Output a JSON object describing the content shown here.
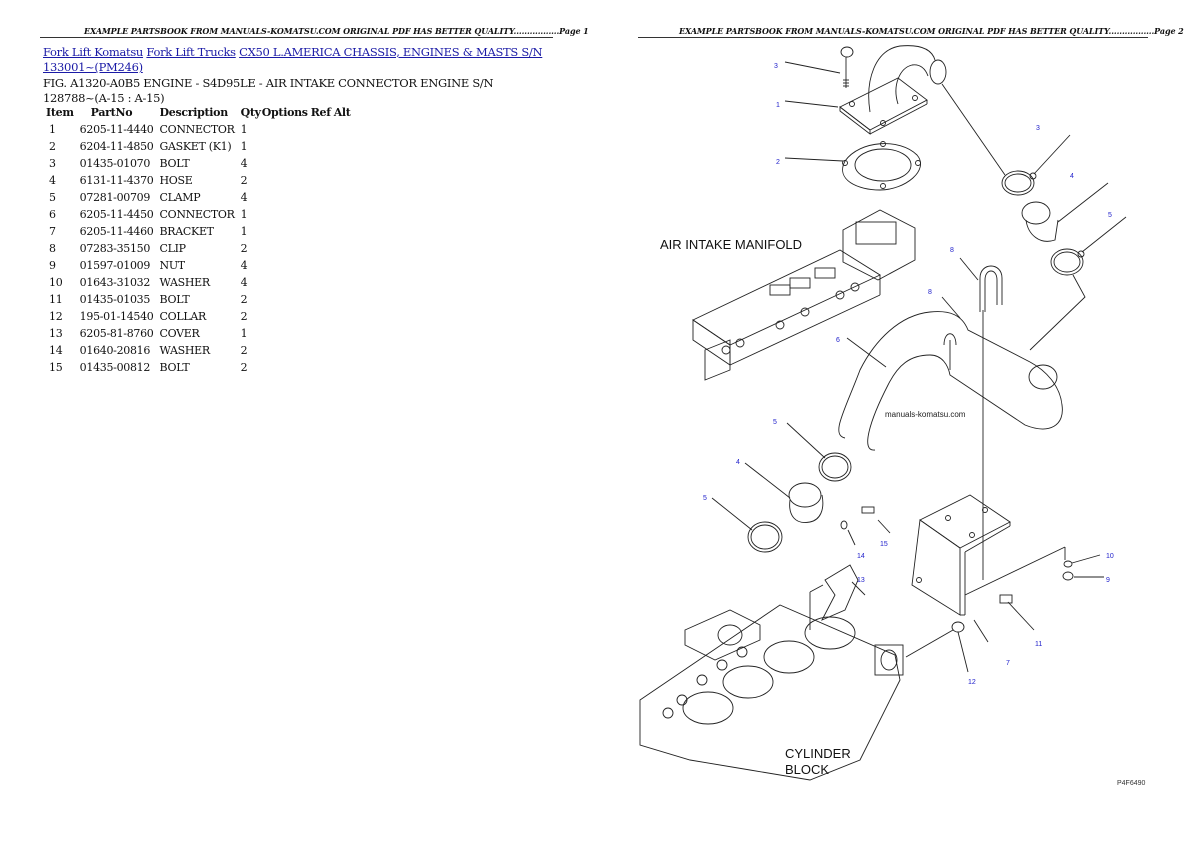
{
  "pages": [
    {
      "header": "EXAMPLE PARTSBOOK FROM MANUALS-KOMATSU.COM ORIGINAL PDF HAS BETTER QUALITY.................Page 1"
    },
    {
      "header": "EXAMPLE PARTSBOOK FROM MANUALS-KOMATSU.COM ORIGINAL PDF HAS BETTER QUALITY.................Page 2"
    }
  ],
  "breadcrumb": {
    "links": [
      {
        "label": "Fork Lift Komatsu"
      },
      {
        "label": "Fork Lift Trucks"
      },
      {
        "label": "CX50 L.AMERICA CHASSIS, ENGINES & MASTS S/N 133001~(PM246)"
      }
    ]
  },
  "figure_title": "FIG. A1320-A0B5 ENGINE - S4D95LE - AIR INTAKE CONNECTOR ENGINE S/N 128788~(A-15 : A-15)",
  "table": {
    "columns": [
      "Item",
      "PartNo",
      "Description",
      "Qty",
      "Options",
      "Ref",
      "Alt"
    ],
    "rows": [
      {
        "item": "1",
        "partno": "6205-11-4440",
        "description": "CONNECTOR",
        "qty": "1"
      },
      {
        "item": "2",
        "partno": "6204-11-4850",
        "description": "GASKET (K1)",
        "qty": "1"
      },
      {
        "item": "3",
        "partno": "01435-01070",
        "description": "BOLT",
        "qty": "4"
      },
      {
        "item": "4",
        "partno": "6131-11-4370",
        "description": "HOSE",
        "qty": "2"
      },
      {
        "item": "5",
        "partno": "07281-00709",
        "description": "CLAMP",
        "qty": "4"
      },
      {
        "item": "6",
        "partno": "6205-11-4450",
        "description": "CONNECTOR",
        "qty": "1"
      },
      {
        "item": "7",
        "partno": "6205-11-4460",
        "description": "BRACKET",
        "qty": "1"
      },
      {
        "item": "8",
        "partno": "07283-35150",
        "description": "CLIP",
        "qty": "2"
      },
      {
        "item": "9",
        "partno": "01597-01009",
        "description": "NUT",
        "qty": "4"
      },
      {
        "item": "10",
        "partno": "01643-31032",
        "description": "WASHER",
        "qty": "4"
      },
      {
        "item": "11",
        "partno": "01435-01035",
        "description": "BOLT",
        "qty": "2"
      },
      {
        "item": "12",
        "partno": "195-01-14540",
        "description": "COLLAR",
        "qty": "2"
      },
      {
        "item": "13",
        "partno": "6205-81-8760",
        "description": "COVER",
        "qty": "1"
      },
      {
        "item": "14",
        "partno": "01640-20816",
        "description": "WASHER",
        "qty": "2"
      },
      {
        "item": "15",
        "partno": "01435-00812",
        "description": "BOLT",
        "qty": "2"
      }
    ]
  },
  "diagram": {
    "labels": {
      "air_intake_manifold": "AIR INTAKE MANIFOLD",
      "cylinder_block_1": "CYLINDER",
      "cylinder_block_2": "BLOCK",
      "watermark": "manuals-komatsu.com",
      "drawing_code": "P4F6490"
    },
    "callouts": [
      "3",
      "1",
      "2",
      "3",
      "4",
      "5",
      "8",
      "8",
      "6",
      "5",
      "4",
      "5",
      "15",
      "14",
      "13",
      "10",
      "9",
      "11",
      "7",
      "12"
    ]
  }
}
